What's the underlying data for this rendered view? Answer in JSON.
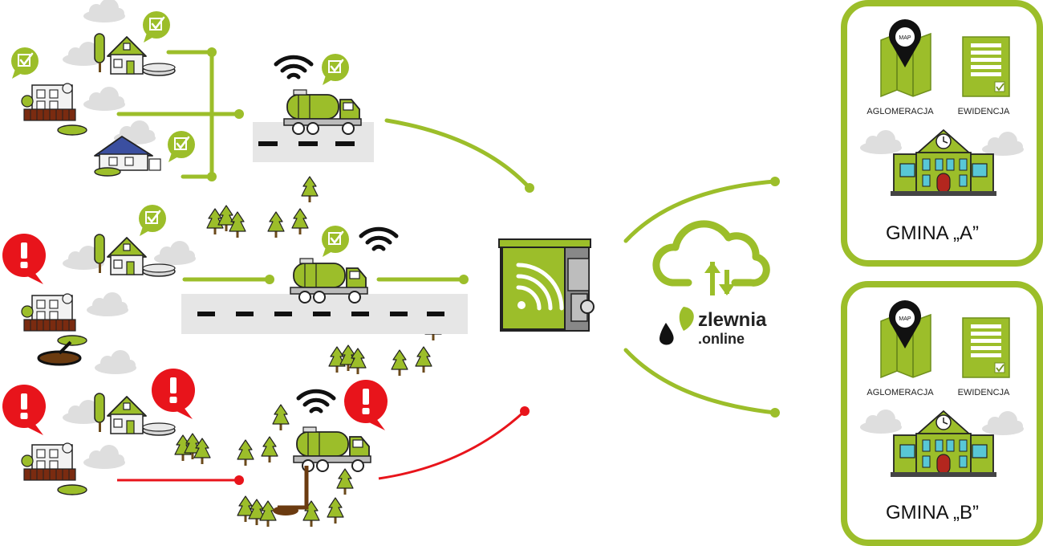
{
  "colors": {
    "accent": "#9cbe2a",
    "accent_dark": "#6f8f1c",
    "alert": "#e8141b",
    "road": "#e6e6e6",
    "cloud": "#d9d9d9",
    "house_blue": "#3b4fa0",
    "wall": "#f2f2f2",
    "outline": "#222222"
  },
  "brand": {
    "name": "zlewnia",
    "domain": ".online",
    "logo_icon": "leaf-drop-icon"
  },
  "municipalities": [
    {
      "title": "GMINA „A”",
      "map_label": "AGLOMERACJA",
      "map_pin_text": "MAP",
      "records_label": "EWIDENCJA"
    },
    {
      "title": "GMINA „B”",
      "map_label": "AGLOMERACJA",
      "map_pin_text": "MAP",
      "records_label": "EWIDENCJA"
    }
  ],
  "icons": {
    "status_ok": "check-bubble-icon",
    "status_alert": "exclamation-bubble-icon",
    "wireless": "wifi-icon",
    "vehicle": "septic-truck-icon",
    "station": "dump-station-icon",
    "cloud": "cloud-sync-icon",
    "town_hall": "town-hall-icon"
  }
}
